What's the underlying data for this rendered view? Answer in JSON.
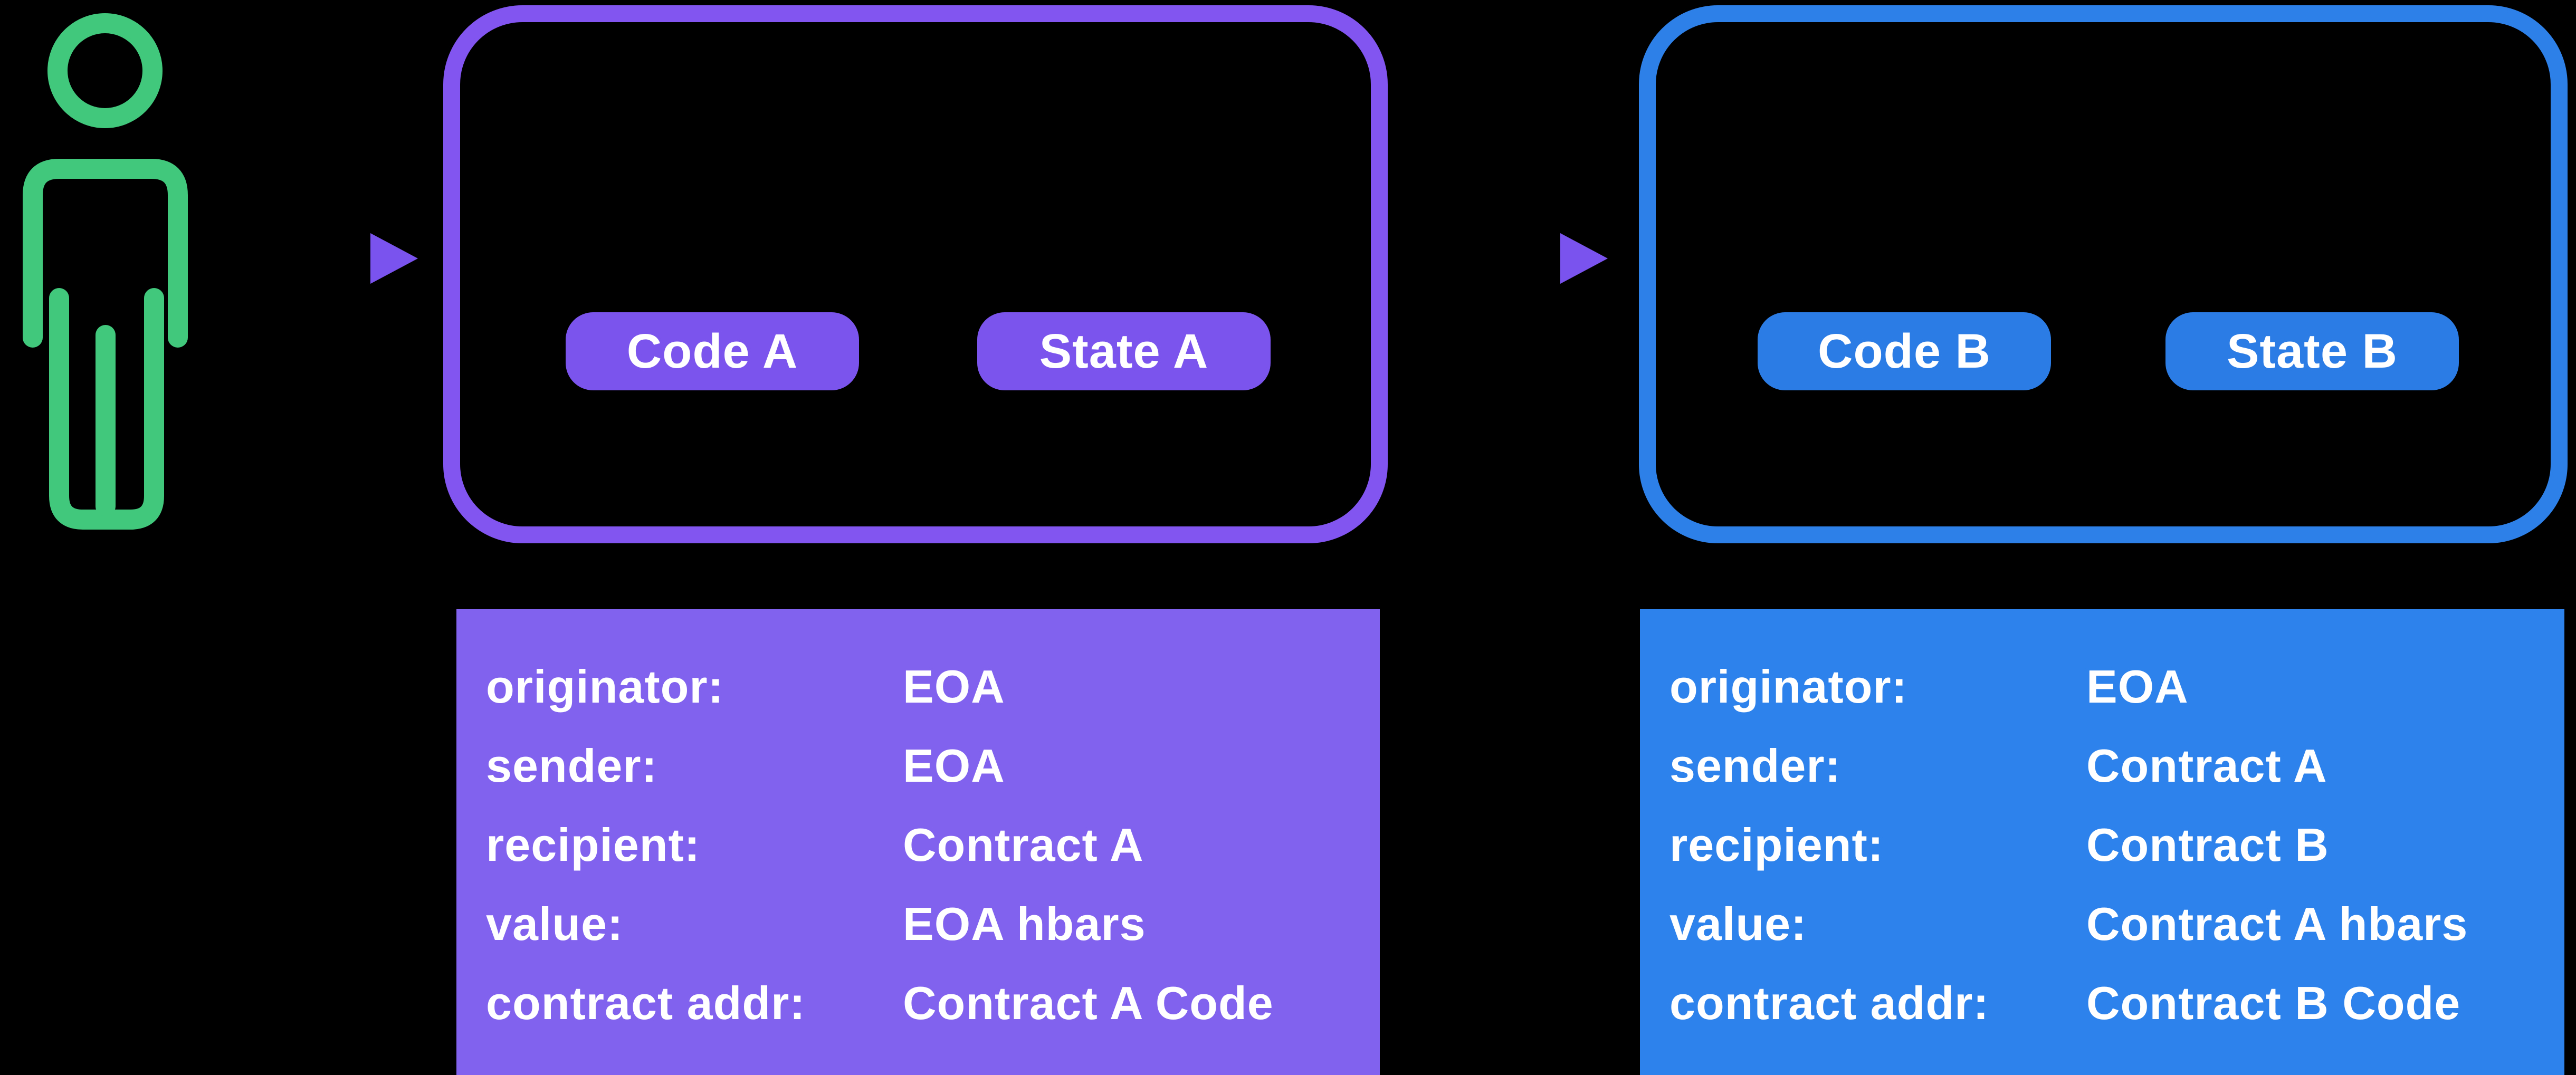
{
  "colors": {
    "green": "#41C87C",
    "purple_border": "#8254F0",
    "purple_pill": "#7B54EE",
    "purple_table_bg": "#8062EF",
    "blue_border": "#2E80E9",
    "blue_pill": "#2C7CE6",
    "blue_table_bg": "#2E82EB",
    "arrow_gradient_start": "#2B7DE8",
    "arrow_gradient_end": "#7A52EE",
    "text": "#FFFFFF",
    "background": "#000000"
  },
  "icons": {
    "actor": "person-icon",
    "flow_a": "arrow-right-icon",
    "flow_b": "arrow-right-icon"
  },
  "contract_a": {
    "code_pill": "Code A",
    "state_pill": "State A"
  },
  "contract_b": {
    "code_pill": "Code B",
    "state_pill": "State B"
  },
  "message_a": {
    "rows": [
      {
        "label": "originator:",
        "value": "EOA"
      },
      {
        "label": "sender:",
        "value": "EOA"
      },
      {
        "label": "recipient:",
        "value": "Contract A"
      },
      {
        "label": "value:",
        "value": "EOA hbars"
      },
      {
        "label": "contract addr:",
        "value": "Contract A Code"
      }
    ]
  },
  "message_b": {
    "rows": [
      {
        "label": "originator:",
        "value": "EOA"
      },
      {
        "label": "sender:",
        "value": "Contract A"
      },
      {
        "label": "recipient:",
        "value": "Contract B"
      },
      {
        "label": "value:",
        "value": "Contract A hbars"
      },
      {
        "label": "contract addr:",
        "value": "Contract B Code"
      }
    ]
  }
}
